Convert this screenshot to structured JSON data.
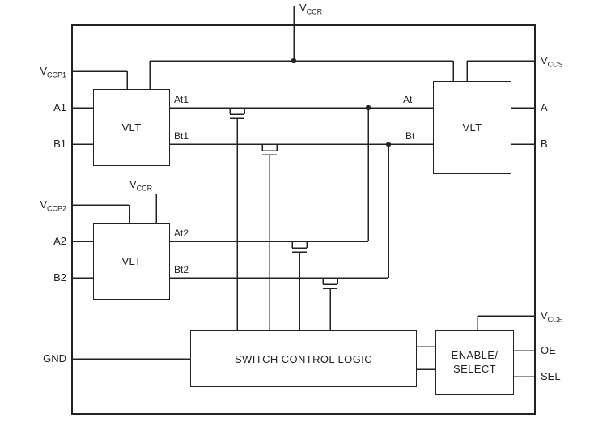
{
  "diagram": {
    "type": "functional-block-diagram",
    "colors": {
      "stroke": "#222222",
      "text": "#222222",
      "background": "#ffffff"
    },
    "blocks": {
      "vlt1": {
        "label": "VLT"
      },
      "vlt2": {
        "label": "VLT"
      },
      "vlt3": {
        "label": "VLT"
      },
      "switch_control": {
        "label": "SWITCH CONTROL LOGIC"
      },
      "enable_select": {
        "line1": "ENABLE/",
        "line2": "SELECT"
      }
    },
    "pins": {
      "vccr_top": {
        "base": "V",
        "sub": "CCR"
      },
      "vccp1": {
        "base": "V",
        "sub": "CCP1"
      },
      "a1": {
        "label": "A1"
      },
      "b1": {
        "label": "B1"
      },
      "vccp2": {
        "base": "V",
        "sub": "CCP2"
      },
      "a2": {
        "label": "A2"
      },
      "b2": {
        "label": "B2"
      },
      "gnd": {
        "label": "GND"
      },
      "vccs": {
        "base": "V",
        "sub": "CCS"
      },
      "a": {
        "label": "A"
      },
      "b": {
        "label": "B"
      },
      "vcce": {
        "base": "V",
        "sub": "CCE"
      },
      "oe": {
        "label": "OE"
      },
      "sel": {
        "label": "SEL"
      }
    },
    "nets": {
      "vccr_inner": {
        "base": "V",
        "sub": "CCR"
      },
      "at1": {
        "label": "At1"
      },
      "bt1": {
        "label": "Bt1"
      },
      "at2": {
        "label": "At2"
      },
      "bt2": {
        "label": "Bt2"
      },
      "at": {
        "label": "At"
      },
      "bt": {
        "label": "Bt"
      }
    }
  }
}
